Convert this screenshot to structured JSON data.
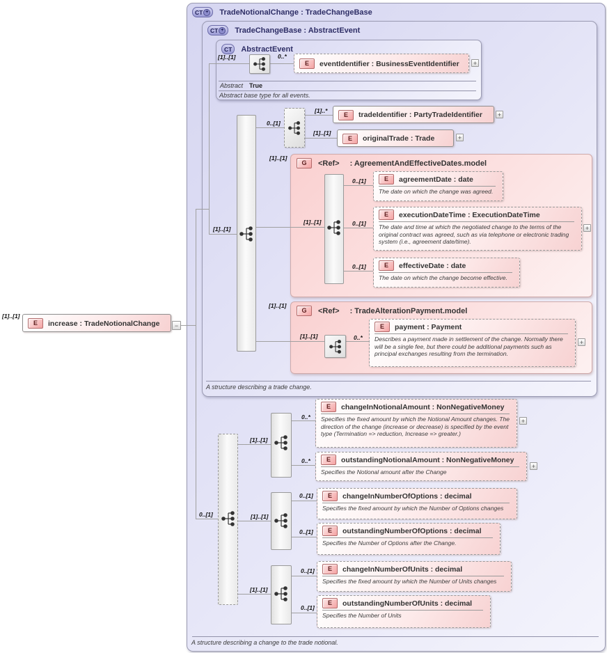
{
  "glyphs": {
    "complex_type": "CT",
    "element": "E",
    "group": "G",
    "expand": "+",
    "collapse": "−",
    "ct_plus": "+"
  },
  "boxes": {
    "outer": {
      "title": "TradeNotionalChange : TradeChangeBase",
      "doc": "A structure describing a change to the trade notional."
    },
    "base": {
      "title": "TradeChangeBase : AbstractEvent",
      "doc": "A structure describing a trade change."
    },
    "abstract": {
      "title": "AbstractEvent",
      "abstract_label": "Abstract",
      "abstract_value": "True",
      "doc": "Abstract base type for all events."
    }
  },
  "sequences": {
    "abstract_event": "[1]..[1]",
    "base": "[1]..[1]",
    "optional_trade": "0..[1]",
    "notional": "0..[1]",
    "amount_group": "[1]..[1]",
    "options_group": "[1]..[1]",
    "units_group": "[1]..[1]"
  },
  "groups": {
    "agreement": {
      "card": "[1]..[1]",
      "ref": "<Ref>",
      "type": ": AgreementAndEffectiveDates.model",
      "seq_card": "[1]..[1]"
    },
    "payment_group": {
      "card": "[1]..[1]",
      "ref": "<Ref>",
      "type": ": TradeAlterationPayment.model",
      "seq_card": "[1]..[1]"
    }
  },
  "elements": {
    "increase": {
      "card": "[1]..[1]",
      "label": "increase : TradeNotionalChange"
    },
    "event_identifier": {
      "card": "0..*",
      "label": "eventIdentifier : BusinessEventIdentifier"
    },
    "trade_identifier": {
      "card": "[1]..*",
      "label": "tradeIdentifier : PartyTradeIdentifier"
    },
    "original_trade": {
      "card": "[1]..[1]",
      "label": "originalTrade : Trade"
    },
    "agreement_date": {
      "card": "0..[1]",
      "label": "agreementDate : date",
      "doc": "The date on which the change was agreed."
    },
    "execution_date_time": {
      "card": "0..[1]",
      "label": "executionDateTime : ExecutionDateTime",
      "doc": "The date and time at which the negotiated change to the terms of the original contract was agreed, such as via telephone or electronic trading system (i.e., agreement date/time)."
    },
    "effective_date": {
      "card": "0..[1]",
      "label": "effectiveDate : date",
      "doc": "The date on which the change become effective."
    },
    "payment": {
      "card": "0..*",
      "label": "payment : Payment",
      "doc": "Describes a payment made in settlement of the change. Normally there will be a single fee, but there could be additional payments such as principal exchanges resulting from the termination."
    },
    "change_in_notional_amount": {
      "card": "0..*",
      "label": "changeInNotionalAmount : NonNegativeMoney",
      "doc": "Specifies the fixed amount by which the Notional Amount changes. The direction of the change (increase or decrease) is specified by the event type (Termination => reduction, Increase => greater.)"
    },
    "outstanding_notional_amount": {
      "card": "0..*",
      "label": "outstandingNotionalAmount : NonNegativeMoney",
      "doc": "Specifies the Notional amount after the Change"
    },
    "change_in_number_of_options": {
      "card": "0..[1]",
      "label": "changeInNumberOfOptions : decimal",
      "doc": "Specifies the fixed amount by which the Number of Options changes"
    },
    "outstanding_number_of_options": {
      "card": "0..[1]",
      "label": "outstandingNumberOfOptions : decimal",
      "doc": "Specifies the Number of Options after the Change."
    },
    "change_in_number_of_units": {
      "card": "0..[1]",
      "label": "changeInNumberOfUnits : decimal",
      "doc": "Specifies the fixed amount by which the Number of Units changes"
    },
    "outstanding_number_of_units": {
      "card": "0..[1]",
      "label": "outstandingNumberOfUnits : decimal",
      "doc": "Specifies the Number of Units"
    }
  },
  "colors": {
    "lavender": "#d6d6f1",
    "pink": "#fad0d0",
    "accent_border": "#9a9ab2",
    "element_red": "#b26a6a"
  }
}
